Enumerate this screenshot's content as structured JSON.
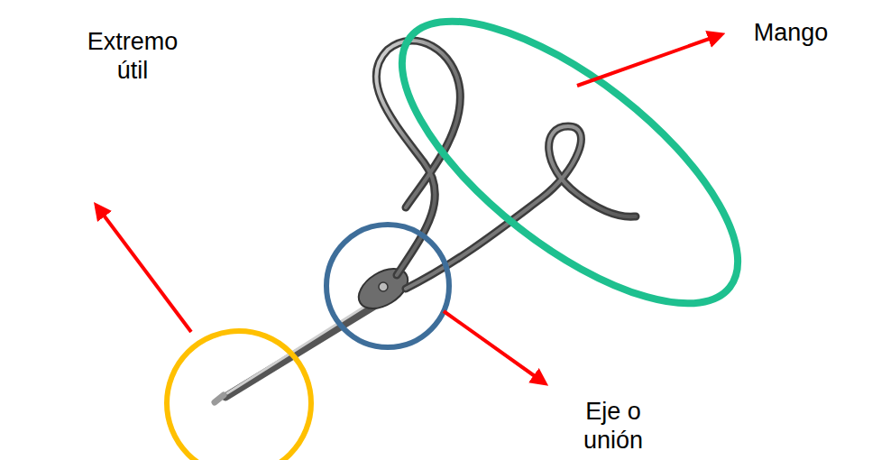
{
  "diagram": {
    "labels": [
      "Mango",
      "Extremo útil",
      "Eje o unión"
    ]
  }
}
